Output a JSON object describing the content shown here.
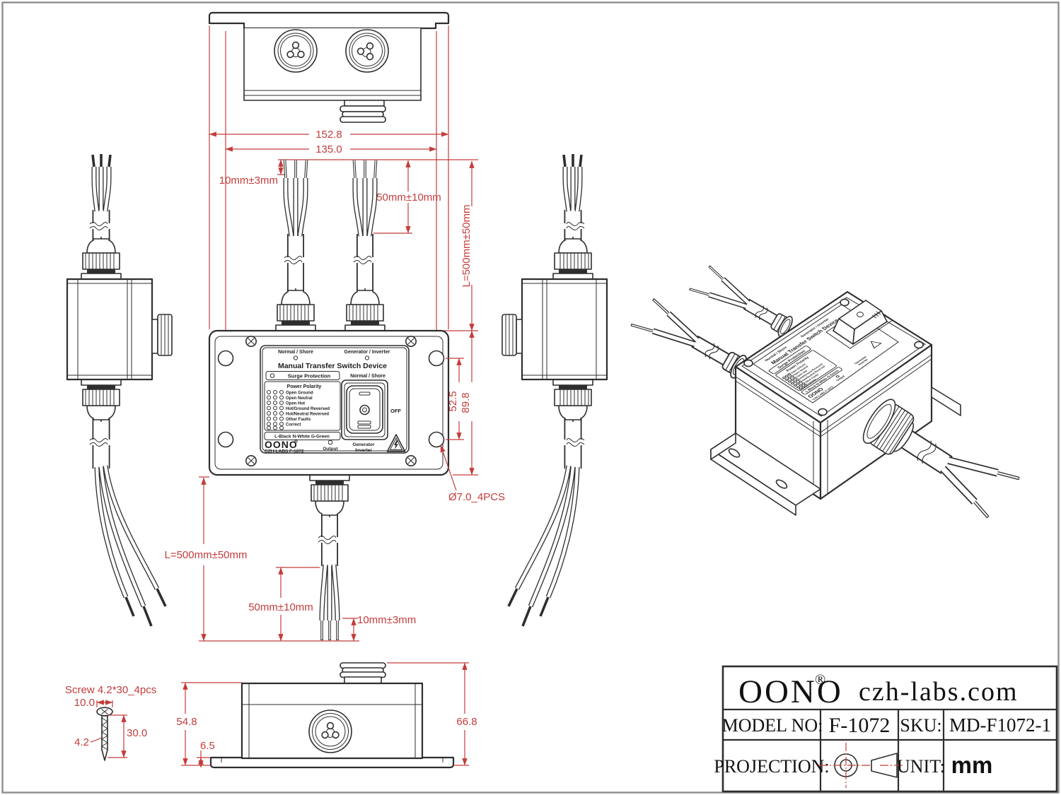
{
  "drawing": {
    "line_color": "#2e2e2e",
    "dim_color": "#c43c3c",
    "background": "#ffffff"
  },
  "front_label": {
    "port_left": "Normal / Shore",
    "port_right": "Generator / Inverter",
    "title": "Manual Transfer Switch Device",
    "surge": "Surge Protection",
    "polarity_title": "Power Polarity",
    "polarity_rows": [
      "Open Ground",
      "Open Neutral",
      "Open Hot",
      "Hot/Ground Reversed",
      "Hot/Neutral Reversed",
      "Other Faults",
      "Correct"
    ],
    "wire_code": "L-Black  N-White  G-Green",
    "switch_label": "Normal / Shore",
    "switch_off": "OFF",
    "switch_gen": "Generator",
    "switch_inv": "Inverter",
    "brand": "OONO",
    "brand_reg": "®",
    "mfr_line": "CZH-LABS  F-1072",
    "output": "Output"
  },
  "dims": {
    "overall_width": "152.8",
    "hole_span_width": "135.0",
    "strip_len": "10mm±3mm",
    "split_len": "50mm±10mm",
    "wire_len": "L=500mm±50mm",
    "hole_pitch_v": "52.5",
    "overall_height_front": "89.8",
    "hole_note": "Ø7.0_4PCS",
    "body_height": "54.8",
    "flange_height": "6.5",
    "overall_height_side": "66.8"
  },
  "screw": {
    "note": "Screw  4.2*30_4pcs",
    "head_dia": "10.0",
    "length": "30.0",
    "shaft_dia": "4.2"
  },
  "title_block": {
    "brand": "OONO",
    "brand_reg": "®",
    "site": "czh-labs.com",
    "model_label": "MODEL NO:",
    "model_value": "F-1072",
    "sku_label": "SKU:",
    "sku_value": "MD-F1072-1",
    "projection_label": "PROJECTION:",
    "unit_label": "UNIT:",
    "unit_value": "mm"
  }
}
